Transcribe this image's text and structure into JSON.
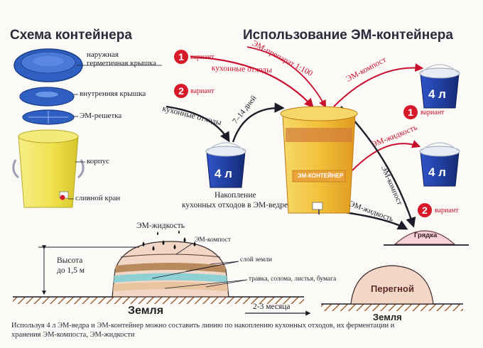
{
  "titles": {
    "left": "Схема контейнера",
    "right": "Использование ЭМ-контейнера"
  },
  "parts": {
    "outer_lid": [
      "наружная",
      "герметичная крышка"
    ],
    "inner_lid": "внутренняя крышка",
    "grate": "ЭМ-решетка",
    "body": "корпус",
    "tap": "сливной кран"
  },
  "flow": {
    "variant_word": "вариант",
    "variant_1": "1",
    "variant_2": "2",
    "em_preparation": "ЭМ-препарат 1:100",
    "kitchen_waste": "кухонные отходы",
    "days": "7–14 дней",
    "em_compost": "ЭМ-компост",
    "em_liquid": "ЭМ-жидкость",
    "pail_volume": "4 л",
    "accumulation": [
      "Накопление",
      "кухонных отходов в ЭМ-ведре"
    ],
    "container_label": "ЭМ-КОНТЕЙНЕР",
    "bed": "Грядка"
  },
  "heap": {
    "em_liquid": "ЭМ-жидкость",
    "em_compost": "ЭМ-компост",
    "soil_layer": "слой земли",
    "grass": "травка, солома, листья, бумага",
    "height": [
      "Высота",
      "до 1,5 м"
    ],
    "earth": "Земля",
    "period": "2-3 месяца",
    "humus": "Перегной",
    "earth2": "Земля"
  },
  "footer": "Используя 4 л ЭМ-ведра и ЭМ-контейнер можно составить линию по накоплению кухонных отходов, их ферментации и хранения ЭМ-компоста, ЭМ-жидкости",
  "colors": {
    "lid_blue": "#2f5fc0",
    "pail_blue": "#1f3c9a",
    "container_yellow": "#f2c23a",
    "bucket_yellow": "#efe04a",
    "accent_red": "#c8102e",
    "heap_pink": "#f2d7c6",
    "soil_brown": "#a0663a"
  }
}
